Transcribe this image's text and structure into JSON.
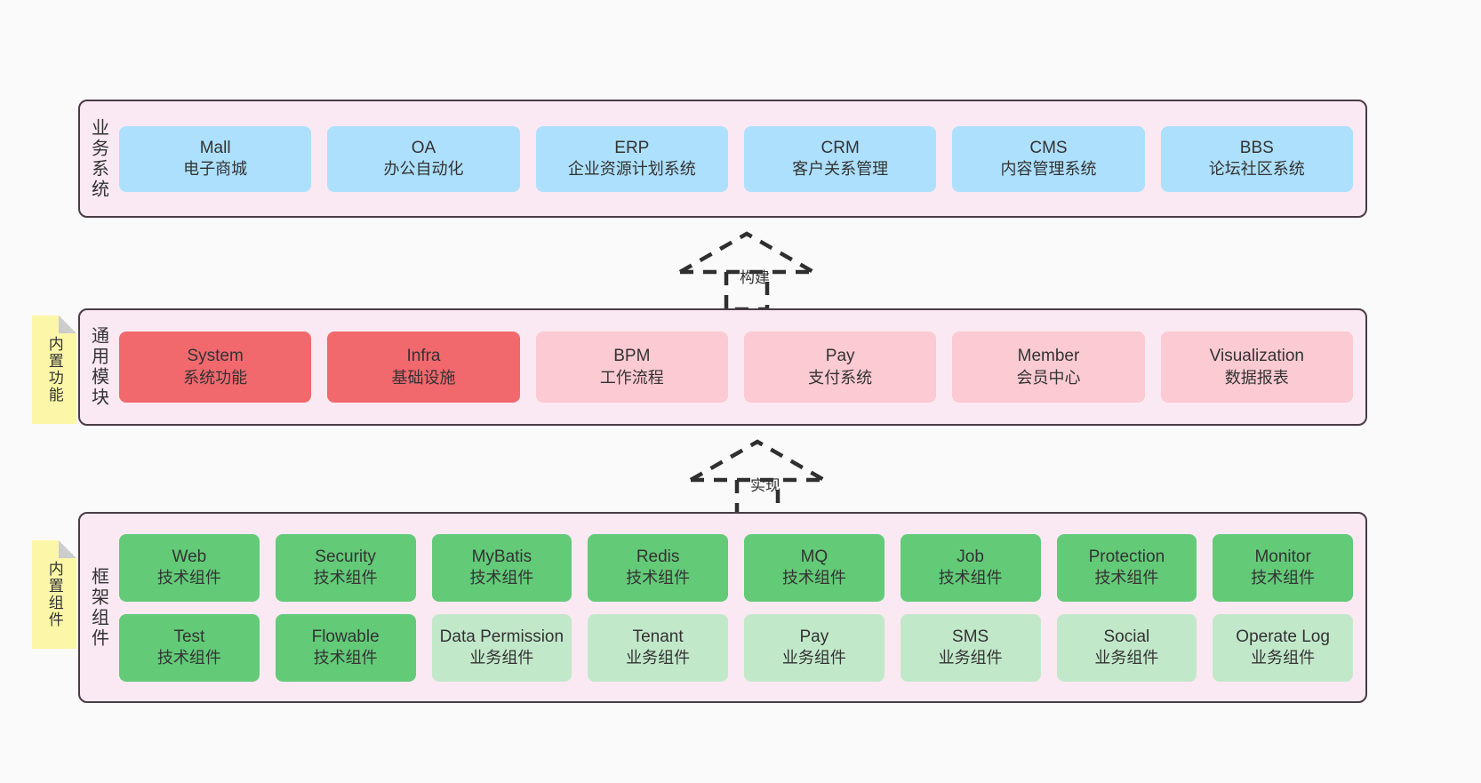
{
  "colors": {
    "page_background": "#fafafa",
    "layer_background": "#fae9f2",
    "layer_border": "#4a3b44",
    "business_card": "#ade0fd",
    "module_highlight": "#f1686d",
    "module_normal": "#fccad2",
    "component_tech": "#63ca78",
    "component_business": "#c2e8ca",
    "note_background": "#fcf7a8",
    "note_fold": "#cacaca",
    "text": "#333333"
  },
  "layers": {
    "business": {
      "title": "业务系统",
      "cards": [
        {
          "en": "Mall",
          "cn": "电子商城"
        },
        {
          "en": "OA",
          "cn": "办公自动化"
        },
        {
          "en": "ERP",
          "cn": "企业资源计划系统"
        },
        {
          "en": "CRM",
          "cn": "客户关系管理"
        },
        {
          "en": "CMS",
          "cn": "内容管理系统"
        },
        {
          "en": "BBS",
          "cn": "论坛社区系统"
        }
      ]
    },
    "modules": {
      "title": "通用模块",
      "note": "内置功能",
      "cards": [
        {
          "en": "System",
          "cn": "系统功能",
          "variant": "highlight"
        },
        {
          "en": "Infra",
          "cn": "基础设施",
          "variant": "highlight"
        },
        {
          "en": "BPM",
          "cn": "工作流程",
          "variant": "normal"
        },
        {
          "en": "Pay",
          "cn": "支付系统",
          "variant": "normal"
        },
        {
          "en": "Member",
          "cn": "会员中心",
          "variant": "normal"
        },
        {
          "en": "Visualization",
          "cn": "数据报表",
          "variant": "normal"
        }
      ]
    },
    "components": {
      "title": "框架组件",
      "note": "内置组件",
      "row1": [
        {
          "en": "Web",
          "cn": "技术组件",
          "variant": "tech"
        },
        {
          "en": "Security",
          "cn": "技术组件",
          "variant": "tech"
        },
        {
          "en": "MyBatis",
          "cn": "技术组件",
          "variant": "tech"
        },
        {
          "en": "Redis",
          "cn": "技术组件",
          "variant": "tech"
        },
        {
          "en": "MQ",
          "cn": "技术组件",
          "variant": "tech"
        },
        {
          "en": "Job",
          "cn": "技术组件",
          "variant": "tech"
        },
        {
          "en": "Protection",
          "cn": "技术组件",
          "variant": "tech"
        },
        {
          "en": "Monitor",
          "cn": "技术组件",
          "variant": "tech"
        }
      ],
      "row2": [
        {
          "en": "Test",
          "cn": "技术组件",
          "variant": "tech"
        },
        {
          "en": "Flowable",
          "cn": "技术组件",
          "variant": "tech"
        },
        {
          "en": "Data Permission",
          "cn": "业务组件",
          "variant": "business"
        },
        {
          "en": "Tenant",
          "cn": "业务组件",
          "variant": "business"
        },
        {
          "en": "Pay",
          "cn": "业务组件",
          "variant": "business"
        },
        {
          "en": "SMS",
          "cn": "业务组件",
          "variant": "business"
        },
        {
          "en": "Social",
          "cn": "业务组件",
          "variant": "business"
        },
        {
          "en": "Operate Log",
          "cn": "业务组件",
          "variant": "business"
        }
      ]
    }
  },
  "arrows": [
    {
      "label": "构建"
    },
    {
      "label": "实现"
    }
  ]
}
